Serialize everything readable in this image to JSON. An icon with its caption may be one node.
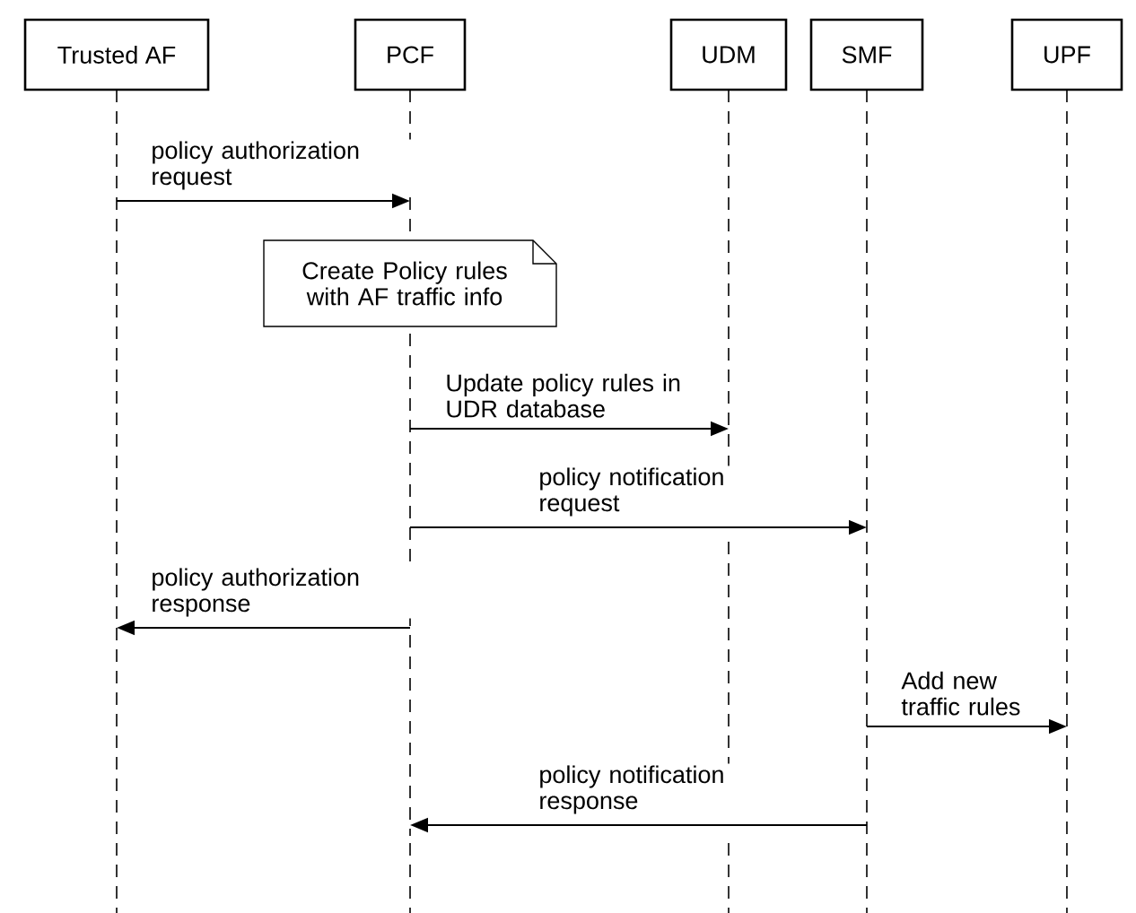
{
  "diagram": {
    "nodes": [
      {
        "text": [
          "Trusted AF"
        ]
      },
      {
        "text": [
          "PCF"
        ]
      },
      {
        "text": [
          "UDM"
        ]
      },
      {
        "text": [
          "SMF"
        ]
      },
      {
        "text": [
          "UPF"
        ]
      },
      {
        "text": [
          "Create Policy rules with AF traffic info"
        ]
      }
    ],
    "edges": [
      {
        "from": 0,
        "to": 1,
        "arrow": "to",
        "label": "policy authorization request"
      },
      {
        "from": 1,
        "to": 2,
        "arrow": "to",
        "label": "Update policy rules in UDR database"
      },
      {
        "from": 1,
        "to": 3,
        "arrow": "to",
        "label": "policy notification request"
      },
      {
        "from": 1,
        "to": 0,
        "arrow": "to",
        "label": "policy authorization response"
      },
      {
        "from": 3,
        "to": 4,
        "arrow": "to",
        "label": "Add new traffic rules"
      },
      {
        "from": 3,
        "to": 1,
        "arrow": "to",
        "label": "policy notification response"
      }
    ]
  }
}
